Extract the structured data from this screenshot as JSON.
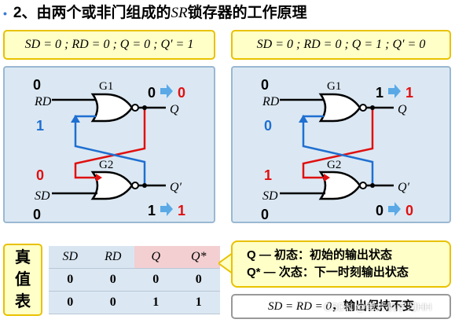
{
  "title": {
    "prefix": "2、由两个或非门组成的",
    "sr": "SR",
    "suffix": "锁存器的工作原理"
  },
  "conditions": [
    "SD = 0 ; RD = 0 ; Q = 0 ; Q′ = 1",
    "SD = 0 ; RD = 0 ; Q = 1 ; Q′ = 0"
  ],
  "circuits": [
    {
      "gate1": "G1",
      "gate2": "G2",
      "rd_label": "RD",
      "sd_label": "SD",
      "q_label": "Q",
      "qn_label": "Q′",
      "rd_top": "0",
      "rd_fb": "1",
      "sd_fb": "0",
      "sd_bottom": "0",
      "q_from": "0",
      "q_to": "0",
      "qn_from": "1",
      "qn_to": "1"
    },
    {
      "gate1": "G1",
      "gate2": "G2",
      "rd_label": "RD",
      "sd_label": "SD",
      "q_label": "Q",
      "qn_label": "Q′",
      "rd_top": "0",
      "rd_fb": "0",
      "sd_fb": "1",
      "sd_bottom": "0",
      "q_from": "1",
      "q_to": "1",
      "qn_from": "0",
      "qn_to": "0"
    }
  ],
  "truth_table": {
    "label": [
      "真",
      "值",
      "表"
    ],
    "headers": [
      "SD",
      "RD",
      "Q",
      "Q*"
    ],
    "rows": [
      [
        "0",
        "0",
        "0",
        "0"
      ],
      [
        "0",
        "0",
        "1",
        "1"
      ]
    ]
  },
  "callout": {
    "line1": "Q — 初态：初始的输出状态",
    "line2": "Q* — 次态：下一时刻输出状态"
  },
  "summary": {
    "math": "SD = RD = 0",
    "text": "，输出保持不变"
  },
  "watermark": "CSDN @单片机学习HH",
  "colors": {
    "red": "#e01010",
    "blue": "#1f6fd1",
    "arrow": "#5aa9e6",
    "panel_bg": "#dbe8f3",
    "box_yellow": "#ffffc8"
  }
}
